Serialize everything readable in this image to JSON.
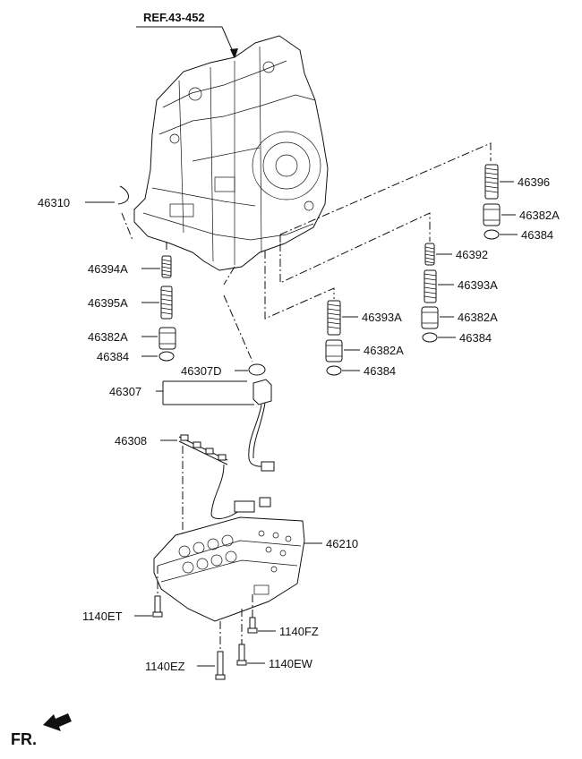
{
  "reference": "REF.43-452",
  "direction_label": "FR.",
  "parts": {
    "p46310": "46310",
    "p46394A": "46394A",
    "p46395A": "46395A",
    "p46382A_left": "46382A",
    "p46384_left": "46384",
    "p46307D": "46307D",
    "p46307": "46307",
    "p46308": "46308",
    "p46210": "46210",
    "p1140ET": "1140ET",
    "p1140FZ": "1140FZ",
    "p1140EZ": "1140EZ",
    "p1140EW": "1140EW",
    "p46396": "46396",
    "p46382A_right": "46382A",
    "p46384_right": "46384",
    "p46392": "46392",
    "p46393A_right": "46393A",
    "p46382A_midright": "46382A",
    "p46384_midright": "46384",
    "p46393A_mid": "46393A",
    "p46382A_mid": "46382A",
    "p46384_mid": "46384"
  }
}
